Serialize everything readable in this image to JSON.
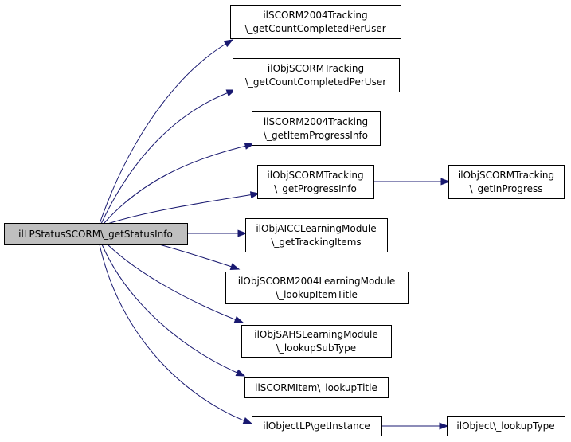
{
  "diagram": {
    "root": {
      "lines": [
        "ilLPStatusSCORM\\_getStatusInfo"
      ],
      "fill": "#bfbfbf"
    },
    "callees": [
      {
        "lines": [
          "ilSCORM2004Tracking",
          "\\_getCountCompletedPerUser"
        ]
      },
      {
        "lines": [
          "ilObjSCORMTracking",
          "\\_getCountCompletedPerUser"
        ]
      },
      {
        "lines": [
          "ilSCORM2004Tracking",
          "\\_getItemProgressInfo"
        ]
      },
      {
        "lines": [
          "ilObjSCORMTracking",
          "\\_getProgressInfo"
        ]
      },
      {
        "lines": [
          "ilObjSCORMTracking",
          "\\_getInProgress"
        ]
      },
      {
        "lines": [
          "ilObjAICCLearningModule",
          "\\_getTrackingItems"
        ]
      },
      {
        "lines": [
          "ilObjSCORM2004LearningModule",
          "\\_lookupItemTitle"
        ]
      },
      {
        "lines": [
          "ilObjSAHSLearningModule",
          "\\_lookupSubType"
        ]
      },
      {
        "lines": [
          "ilSCORMItem\\_lookupTitle"
        ]
      },
      {
        "lines": [
          "ilObjectLP\\getInstance"
        ]
      },
      {
        "lines": [
          "ilObject\\_lookupType"
        ]
      }
    ],
    "edge_color": "#191970"
  }
}
